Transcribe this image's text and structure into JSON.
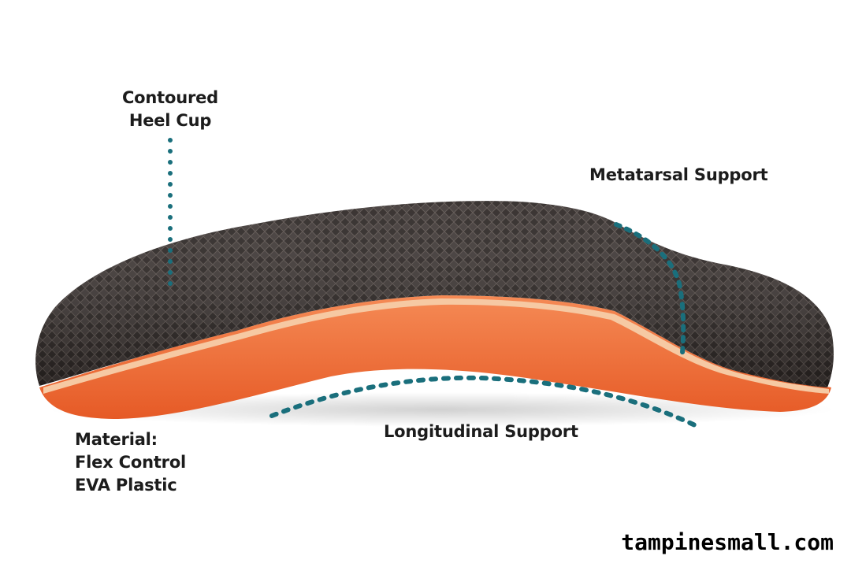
{
  "callouts": {
    "heel_cup": [
      "Contoured",
      "Heel Cup"
    ],
    "metatarsal": "Metatarsal Support",
    "longitudinal": "Longitudinal Support",
    "material": [
      "Material:",
      "Flex Control",
      "EVA Plastic"
    ]
  },
  "watermark": "tampinesmall.com",
  "colors": {
    "callout_line": "#1a6f7c",
    "insole_top": "#3a3432",
    "insole_base": "#ef6a35",
    "foam_edge": "#f6c9a3",
    "text": "#1c1c1c"
  }
}
